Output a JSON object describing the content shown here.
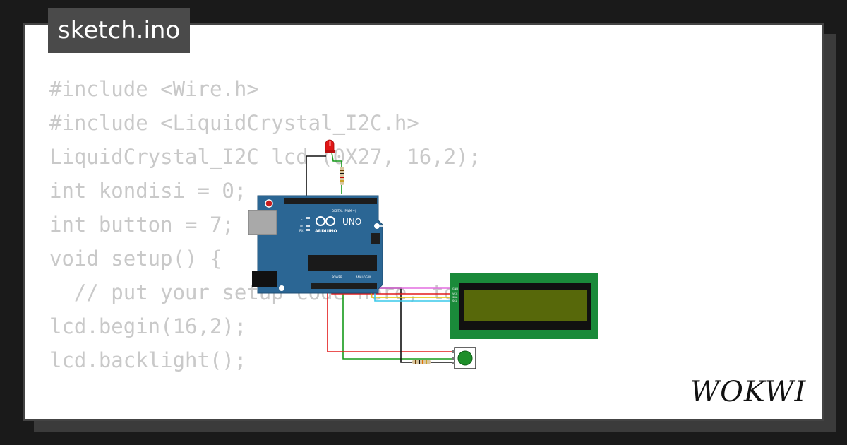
{
  "tab": {
    "filename": "sketch.ino"
  },
  "code_lines": [
    "#include <Wire.h>",
    "#include <LiquidCrystal_I2C.h>",
    "",
    "LiquidCrystal_I2C lcd (0X27, 16,2);",
    "",
    "int kondisi = 0;",
    "int button = 7;",
    "void setup() {",
    "  // put your setup code here, to run once:",
    "lcd.begin(16,2);",
    "lcd.backlight();"
  ],
  "board": {
    "model": "UNO",
    "brand": "ARDUINO",
    "digital_header": "DIGITAL (PWM ~)",
    "power_header": "POWER",
    "analog_header": "ANALOG IN",
    "on_label": "ON",
    "tx_label": "TX",
    "rx_label": "RX",
    "l_label": "L",
    "color": "#2b6694"
  },
  "lcd": {
    "pins": [
      "GND",
      "VCC",
      "SDA",
      "SCL"
    ],
    "screen_color": "#57680a",
    "pcb_color": "#1a8a3a"
  },
  "button": {
    "cap_color": "#1e8f2a"
  },
  "led": {
    "color": "#e01515"
  },
  "brand": {
    "logo": "WOKWI"
  }
}
